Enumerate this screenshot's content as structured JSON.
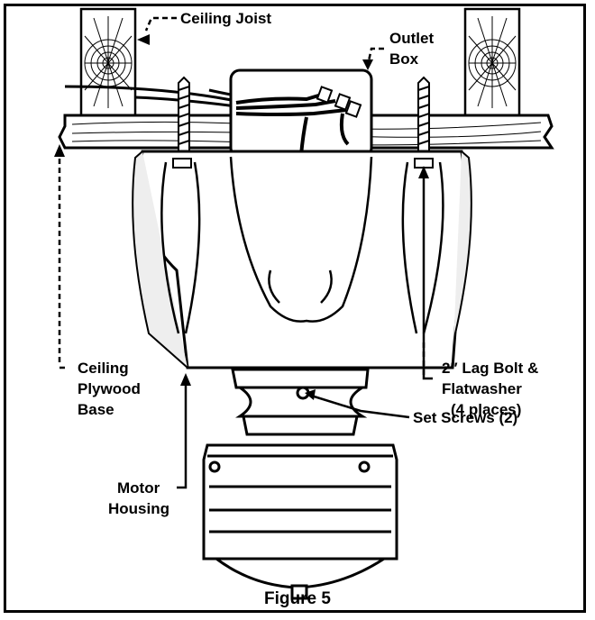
{
  "labels": {
    "ceiling_joist": "Ceiling Joist",
    "outlet_box_line1": "Outlet",
    "outlet_box_line2": "Box",
    "ceiling_line1": "Ceiling",
    "ceiling_line2": "Plywood",
    "ceiling_line3": "Base",
    "lag_bolt_line1": "2″ Lag Bolt &",
    "lag_bolt_line2": "Flatwasher",
    "lag_bolt_line3": "(4 places)",
    "set_screws": "Set Screws (2)",
    "motor_line1": "Motor",
    "motor_line2": "Housing"
  },
  "caption": "Figure 5",
  "colors": {
    "line": "#000000",
    "housing_fill": "#ffffff",
    "housing_shade": "#e6e6e6",
    "wood": "#ffffff"
  }
}
